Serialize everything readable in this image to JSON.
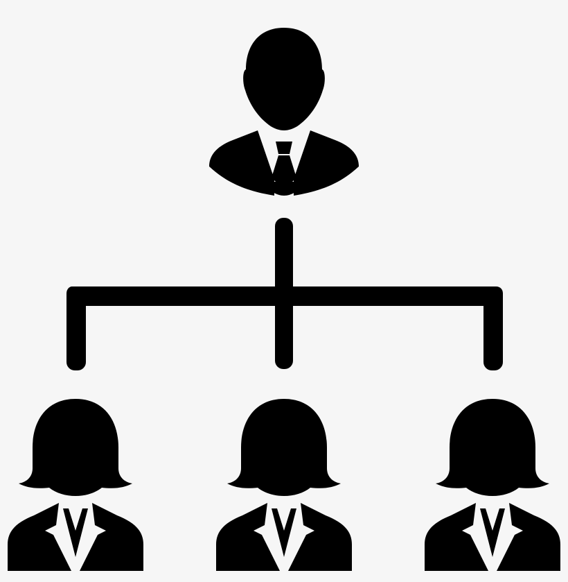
{
  "diagram": {
    "type": "org-chart-icon",
    "colors": {
      "background": "#f6f6f6",
      "ink": "#000000"
    },
    "nodes": [
      {
        "id": "manager",
        "icon": "businessman-icon",
        "role": "top"
      },
      {
        "id": "employee-1",
        "icon": "businesswoman-icon",
        "role": "subordinate"
      },
      {
        "id": "employee-2",
        "icon": "businesswoman-icon",
        "role": "subordinate"
      },
      {
        "id": "employee-3",
        "icon": "businesswoman-icon",
        "role": "subordinate"
      }
    ],
    "edges": [
      {
        "from": "manager",
        "to": "employee-1"
      },
      {
        "from": "manager",
        "to": "employee-2"
      },
      {
        "from": "manager",
        "to": "employee-3"
      }
    ]
  }
}
